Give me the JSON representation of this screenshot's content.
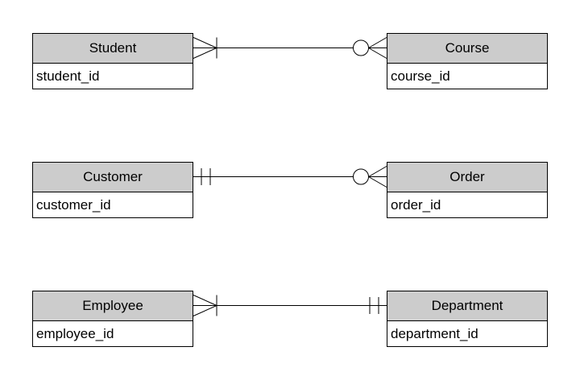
{
  "diagram": {
    "title": "entity-relationship-diagram",
    "entities": [
      {
        "name": "Student",
        "attributes": [
          "student_id"
        ]
      },
      {
        "name": "Course",
        "attributes": [
          "course_id"
        ]
      },
      {
        "name": "Customer",
        "attributes": [
          "customer_id"
        ]
      },
      {
        "name": "Order",
        "attributes": [
          "order_id"
        ]
      },
      {
        "name": "Employee",
        "attributes": [
          "employee_id"
        ]
      },
      {
        "name": "Department",
        "attributes": [
          "department_id"
        ]
      }
    ],
    "relationships": [
      {
        "from": "Student",
        "to": "Course",
        "from_end": "one-or-many",
        "to_end": "zero-or-many"
      },
      {
        "from": "Customer",
        "to": "Order",
        "from_end": "exactly-one",
        "to_end": "zero-or-many"
      },
      {
        "from": "Employee",
        "to": "Department",
        "from_end": "one-or-many",
        "to_end": "exactly-one"
      }
    ],
    "colors": {
      "header_fill": "#cccccc",
      "border": "#000000",
      "background": "#ffffff"
    }
  }
}
